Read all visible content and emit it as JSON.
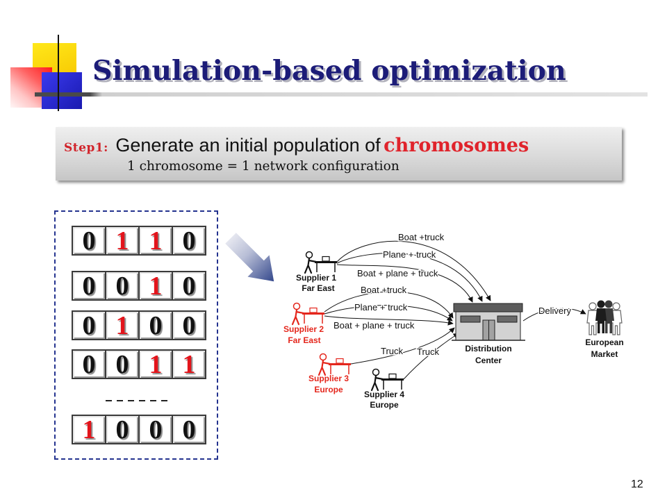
{
  "slide": {
    "title": "Simulation-based optimization",
    "page_number": "12"
  },
  "step_box": {
    "step_label": "Step1:",
    "text": "Generate an initial population of",
    "highlight": "chromosomes",
    "subtext": "1 chromosome = 1 network configuration"
  },
  "chromosomes": [
    [
      "0",
      "1",
      "1",
      "0"
    ],
    [
      "0",
      "0",
      "1",
      "0"
    ],
    [
      "0",
      "1",
      "0",
      "0"
    ],
    [
      "0",
      "0",
      "1",
      "1"
    ],
    [
      "1",
      "0",
      "0",
      "0"
    ]
  ],
  "network": {
    "suppliers": [
      {
        "name": "Supplier 1",
        "region": "Far East",
        "color": "#111111",
        "routes": [
          "Boat +truck",
          "Plane + truck",
          "Boat + plane + truck"
        ]
      },
      {
        "name": "Supplier 2",
        "region": "Far East",
        "color": "#e4261c",
        "routes": [
          "Boat +truck",
          "Plane + truck",
          "Boat + plane + truck"
        ]
      },
      {
        "name": "Supplier 3",
        "region": "Europe",
        "color": "#e4261c",
        "routes": [
          "Truck"
        ]
      },
      {
        "name": "Supplier 4",
        "region": "Europe",
        "color": "#111111",
        "routes": [
          "Truck"
        ]
      }
    ],
    "distribution_center": {
      "label_line1": "Distribution",
      "label_line2": "Center"
    },
    "delivery": {
      "label": "Delivery"
    },
    "market": {
      "label_line1": "European",
      "label_line2": "Market"
    }
  },
  "icons": {
    "supplier": "worker-at-desk",
    "distribution_center": "warehouse",
    "market": "people-group",
    "transition": "block-arrow"
  },
  "colors": {
    "title": "#1c1c78",
    "accent_red": "#e0232b",
    "panel_border": "#24338f",
    "gene_one": "#e3141b",
    "gene_zero": "#111111"
  }
}
